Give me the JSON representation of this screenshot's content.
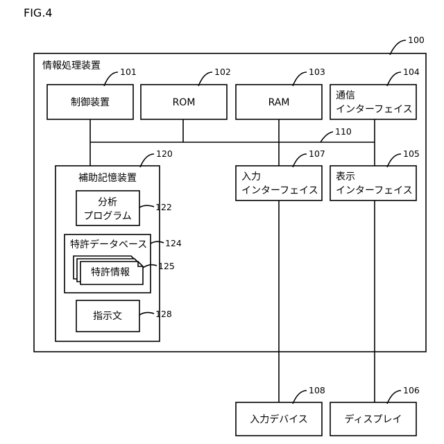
{
  "figure_label": "FIG.4",
  "device": {
    "title": "情報処理装置",
    "ref": "100"
  },
  "bus_ref": "110",
  "components": {
    "controller": {
      "lines": [
        "制御装置"
      ],
      "ref": "101"
    },
    "rom": {
      "lines": [
        "ROM"
      ],
      "ref": "102"
    },
    "ram": {
      "lines": [
        "RAM"
      ],
      "ref": "103"
    },
    "comm_if": {
      "lines": [
        "通信",
        "インターフェイス"
      ],
      "ref": "104"
    },
    "display_if": {
      "lines": [
        "表示",
        "インターフェイス"
      ],
      "ref": "105"
    },
    "input_if": {
      "lines": [
        "入力",
        "インターフェイス"
      ],
      "ref": "107"
    },
    "storage": {
      "title": "補助記憶装置",
      "ref": "120"
    },
    "analysis_program": {
      "lines": [
        "分析",
        "プログラム"
      ],
      "ref": "122"
    },
    "patent_db": {
      "lines": [
        "特許データベース"
      ],
      "ref": "124"
    },
    "patent_info": {
      "lines": [
        "特許情報"
      ],
      "ref": "125"
    },
    "instruction": {
      "lines": [
        "指示文"
      ],
      "ref": "128"
    },
    "input_device": {
      "lines": [
        "入力デバイス"
      ],
      "ref": "108"
    },
    "display": {
      "lines": [
        "ディスプレイ"
      ],
      "ref": "106"
    }
  }
}
